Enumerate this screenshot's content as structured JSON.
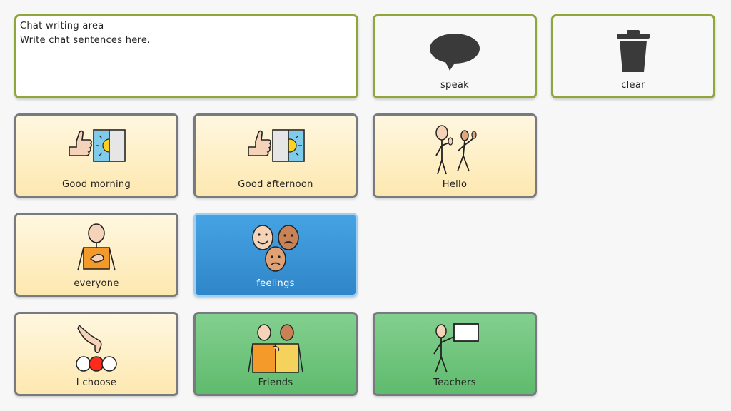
{
  "chat": {
    "title": "Chat writing area",
    "placeholder": "Write chat sentences here."
  },
  "actions": {
    "speak_label": "speak",
    "clear_label": "clear"
  },
  "tiles": {
    "good_morning": "Good morning",
    "good_afternoon": "Good afternoon",
    "hello": "Hello",
    "everyone": "everyone",
    "feelings": "feelings",
    "i_choose": "I choose",
    "friends": "Friends",
    "teachers": "Teachers"
  },
  "colors": {
    "accent_border": "#8fa73a",
    "tile_yellow": "#fde8b0",
    "tile_blue": "#3a93d6",
    "tile_green": "#6cc47a"
  }
}
